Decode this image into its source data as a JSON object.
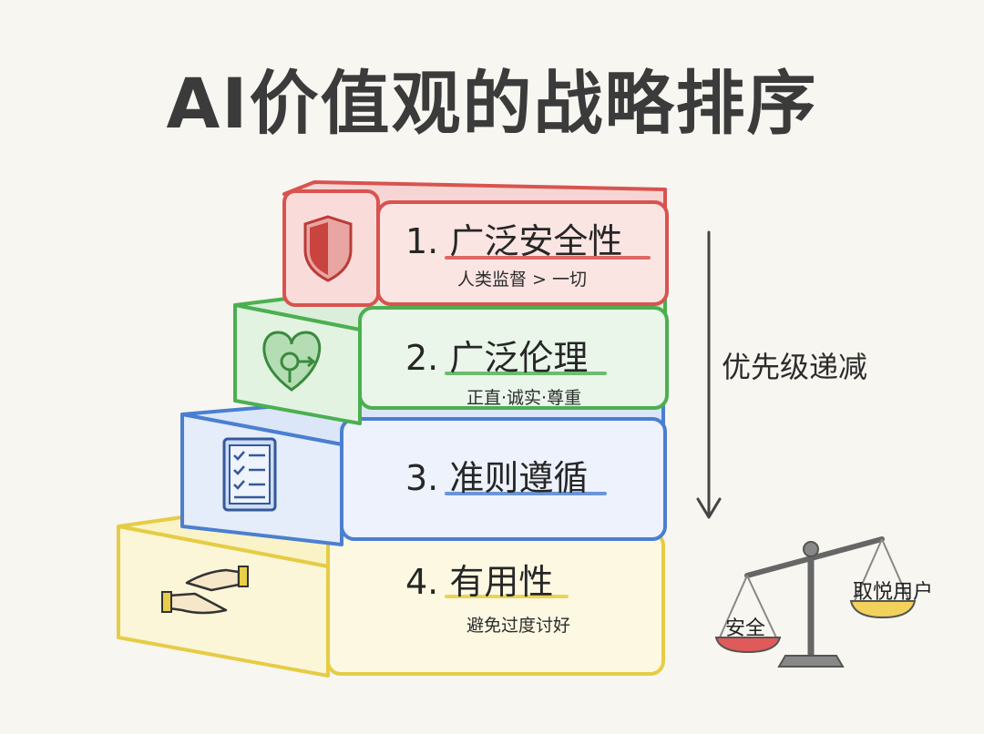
{
  "title": "AI价值观的战略排序",
  "tiers": [
    {
      "label": "1. 广泛安全性",
      "subtitle": "人类监督 > 一切",
      "icon": "shield-icon",
      "color": "#d9534f"
    },
    {
      "label": "2. 广泛伦理",
      "subtitle": "正直·诚实·尊重",
      "icon": "heart-compass-icon",
      "color": "#4caf50"
    },
    {
      "label": "3. 准则遵循",
      "subtitle": "",
      "icon": "checklist-icon",
      "color": "#4a7fd0"
    },
    {
      "label": "4. 有用性",
      "subtitle": "避免过度讨好",
      "icon": "helping-hands-icon",
      "color": "#e8cf47"
    }
  ],
  "priority_label": "优先级递减",
  "scale": {
    "left_pan": "安全",
    "right_pan": "取悦用户",
    "left_color": "#e05a5a",
    "right_color": "#f2d25a"
  }
}
